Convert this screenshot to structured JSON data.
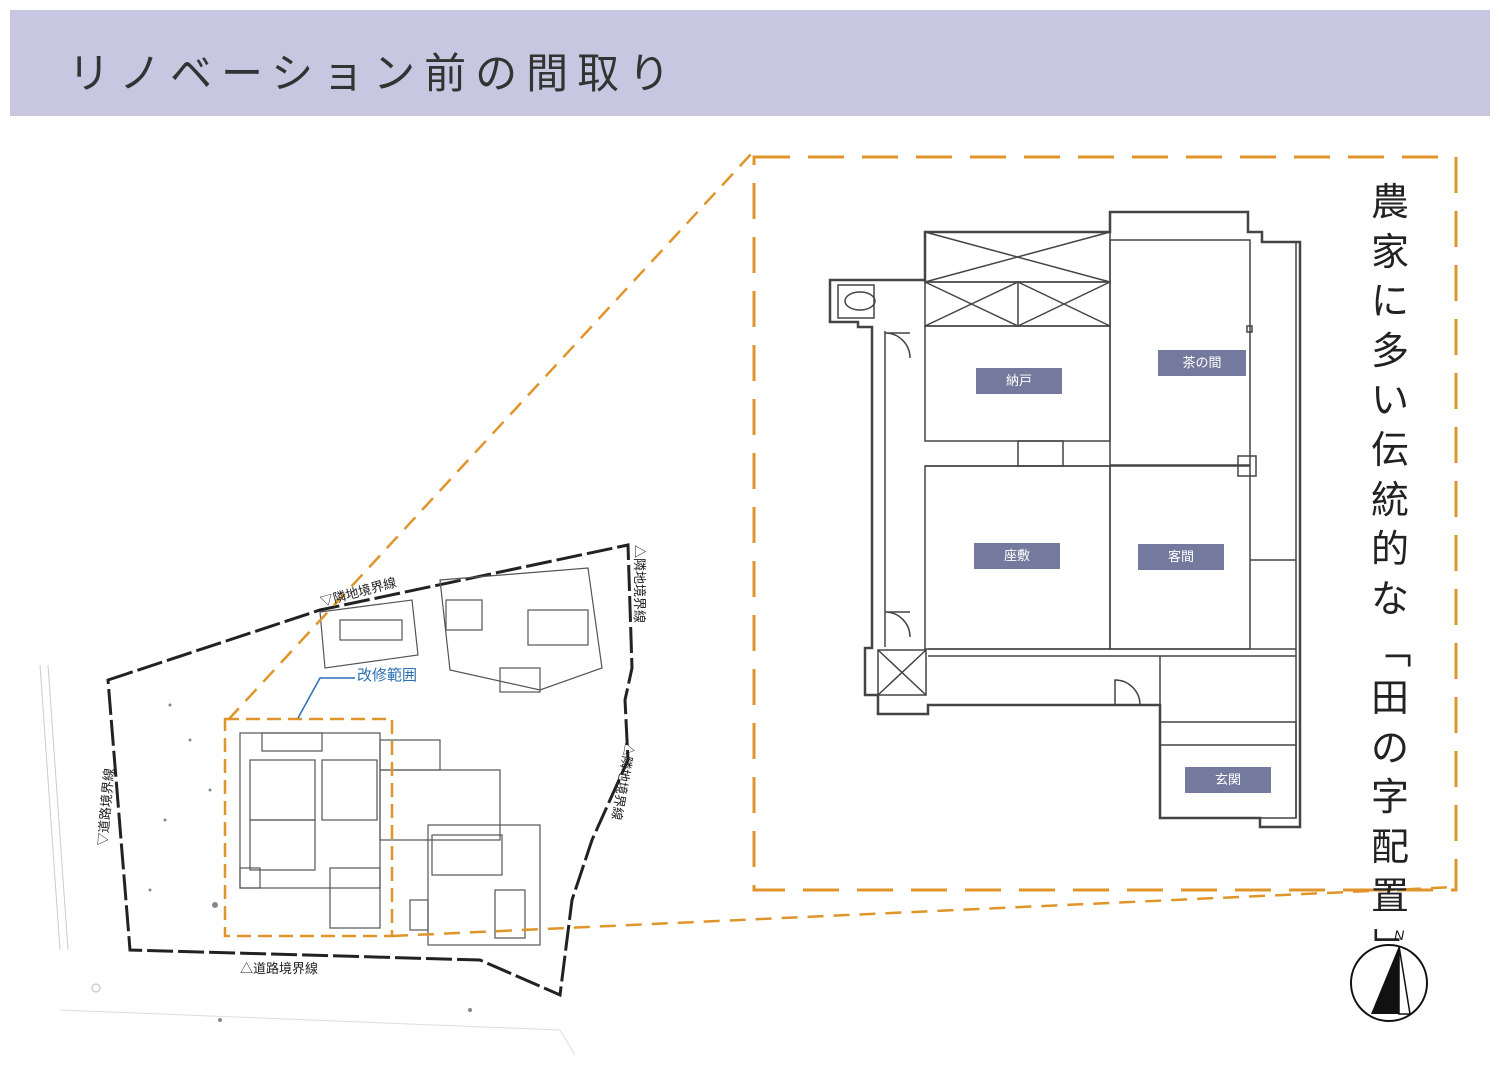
{
  "header": {
    "title": "リノベーション前の間取り"
  },
  "caption": {
    "vertical_text": "農家に多い伝統的な「田の字配置」"
  },
  "rooms": [
    {
      "label": "納戸"
    },
    {
      "label": "茶の間"
    },
    {
      "label": "座敷"
    },
    {
      "label": "客間"
    },
    {
      "label": "玄関"
    }
  ],
  "site_plan": {
    "renovation_label": "改修範囲",
    "boundaries": {
      "neighbor_top": "▽隣地境界線",
      "neighbor_right_top": "△隣地境界線",
      "neighbor_right": "△隣地境界線",
      "road_left": "▽道路境界線",
      "road_bottom": "△道路境界線"
    }
  },
  "compass": {
    "north_label": "N"
  },
  "colors": {
    "header_bg": "#c8c7e1",
    "accent_dash": "#e0952a",
    "room_label_bg": "#747a9e",
    "renovation_label": "#2a6fb3"
  }
}
